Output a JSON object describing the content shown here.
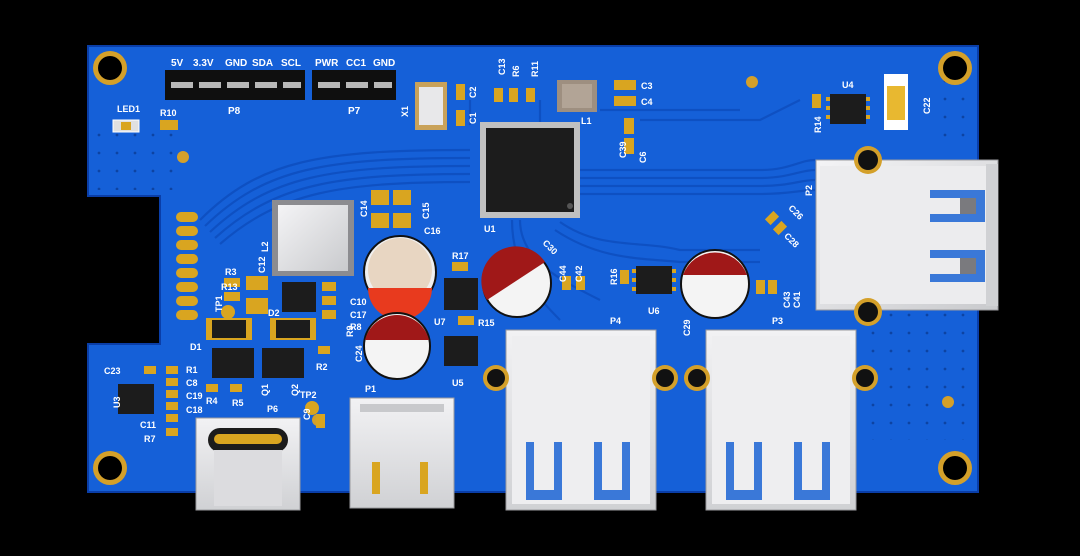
{
  "board": {
    "header_p8": {
      "pins": [
        "5V",
        "3.3V",
        "GND",
        "SDA",
        "SCL"
      ],
      "ref": "P8"
    },
    "header_p7": {
      "pins": [
        "PWR",
        "CC1",
        "GND"
      ],
      "ref": "P7"
    },
    "refs": {
      "led1": "LED1",
      "r10": "R10",
      "x1": "X1",
      "c2": "C2",
      "c1": "C1",
      "c13": "C13",
      "r6": "R6",
      "r11": "R11",
      "l1": "L1",
      "c3": "C3",
      "c4": "C4",
      "c39": "C39",
      "c6": "C6",
      "u4": "U4",
      "r14": "R14",
      "c22": "C22",
      "p2": "P2",
      "u1": "U1",
      "c14": "C14",
      "c15": "C15",
      "l2": "L2",
      "c16": "C16",
      "r17": "R17",
      "c30": "C30",
      "c44": "C44",
      "c42": "C42",
      "r16": "R16",
      "u6": "U6",
      "c43": "C43",
      "c41": "C41",
      "c26": "C26",
      "c28": "C28",
      "r3": "R3",
      "c12": "C12",
      "r13": "R13",
      "tp1": "TP1",
      "c10": "C10",
      "c17": "C17",
      "r8": "R8",
      "r9": "R9",
      "u7": "U7",
      "r15": "R15",
      "p4": "P4",
      "c29": "C29",
      "p3": "P3",
      "d1": "D1",
      "d2": "D2",
      "c24": "C24",
      "r2": "R2",
      "u5": "U5",
      "c23": "C23",
      "r1": "R1",
      "c8": "C8",
      "u3": "U3",
      "c19": "C19",
      "c18": "C18",
      "r4": "R4",
      "r5": "R5",
      "q1": "Q1",
      "q2": "Q2",
      "p1": "P1",
      "tp2": "TP2",
      "c9": "C9",
      "c11": "C11",
      "r7": "R7",
      "p6": "P6"
    }
  },
  "colors": {
    "background": "#000000",
    "pcb": "#1560d8",
    "pcb_dark": "#0d4cb8",
    "trace": "#0f52c4",
    "silkscreen": "#ffffff",
    "pad_gold": "#d9a520",
    "ic_body": "#1c1c1c",
    "usb_metal": "#e6e6e8",
    "usb_insert": "#3a78d8",
    "cap_red": "#a01818"
  }
}
